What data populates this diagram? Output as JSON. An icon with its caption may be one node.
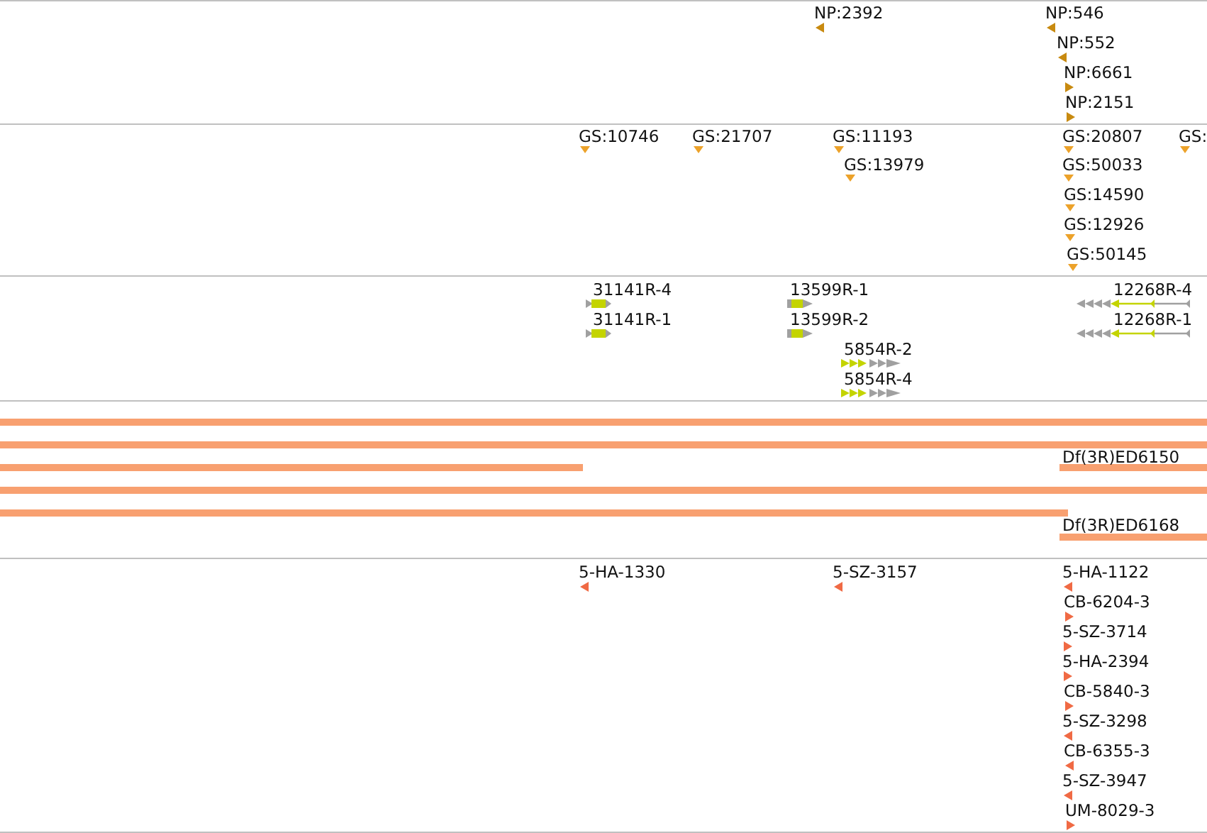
{
  "diagram": {
    "labels": [
      "NP:2392",
      "NP:546",
      "NP:552",
      "NP:6661",
      "NP:2151",
      "GS:10746",
      "GS:21707",
      "GS:11193",
      "GS:20807",
      "GS:",
      "GS:13979",
      "GS:50033",
      "GS:14590",
      "GS:12926",
      "GS:50145",
      "31141R-4",
      "13599R-1",
      "12268R-4",
      "31141R-1",
      "13599R-2",
      "12268R-1",
      "5854R-2",
      "5854R-4",
      "Df(3R)ED6150",
      "Df(3R)ED6168",
      "5-HA-1330",
      "5-SZ-3157",
      "5-HA-1122",
      "CB-6204-3",
      "5-SZ-3714",
      "5-HA-2394",
      "CB-5840-3",
      "5-SZ-3298",
      "CB-6355-3",
      "5-SZ-3947",
      "UM-8029-3"
    ]
  }
}
